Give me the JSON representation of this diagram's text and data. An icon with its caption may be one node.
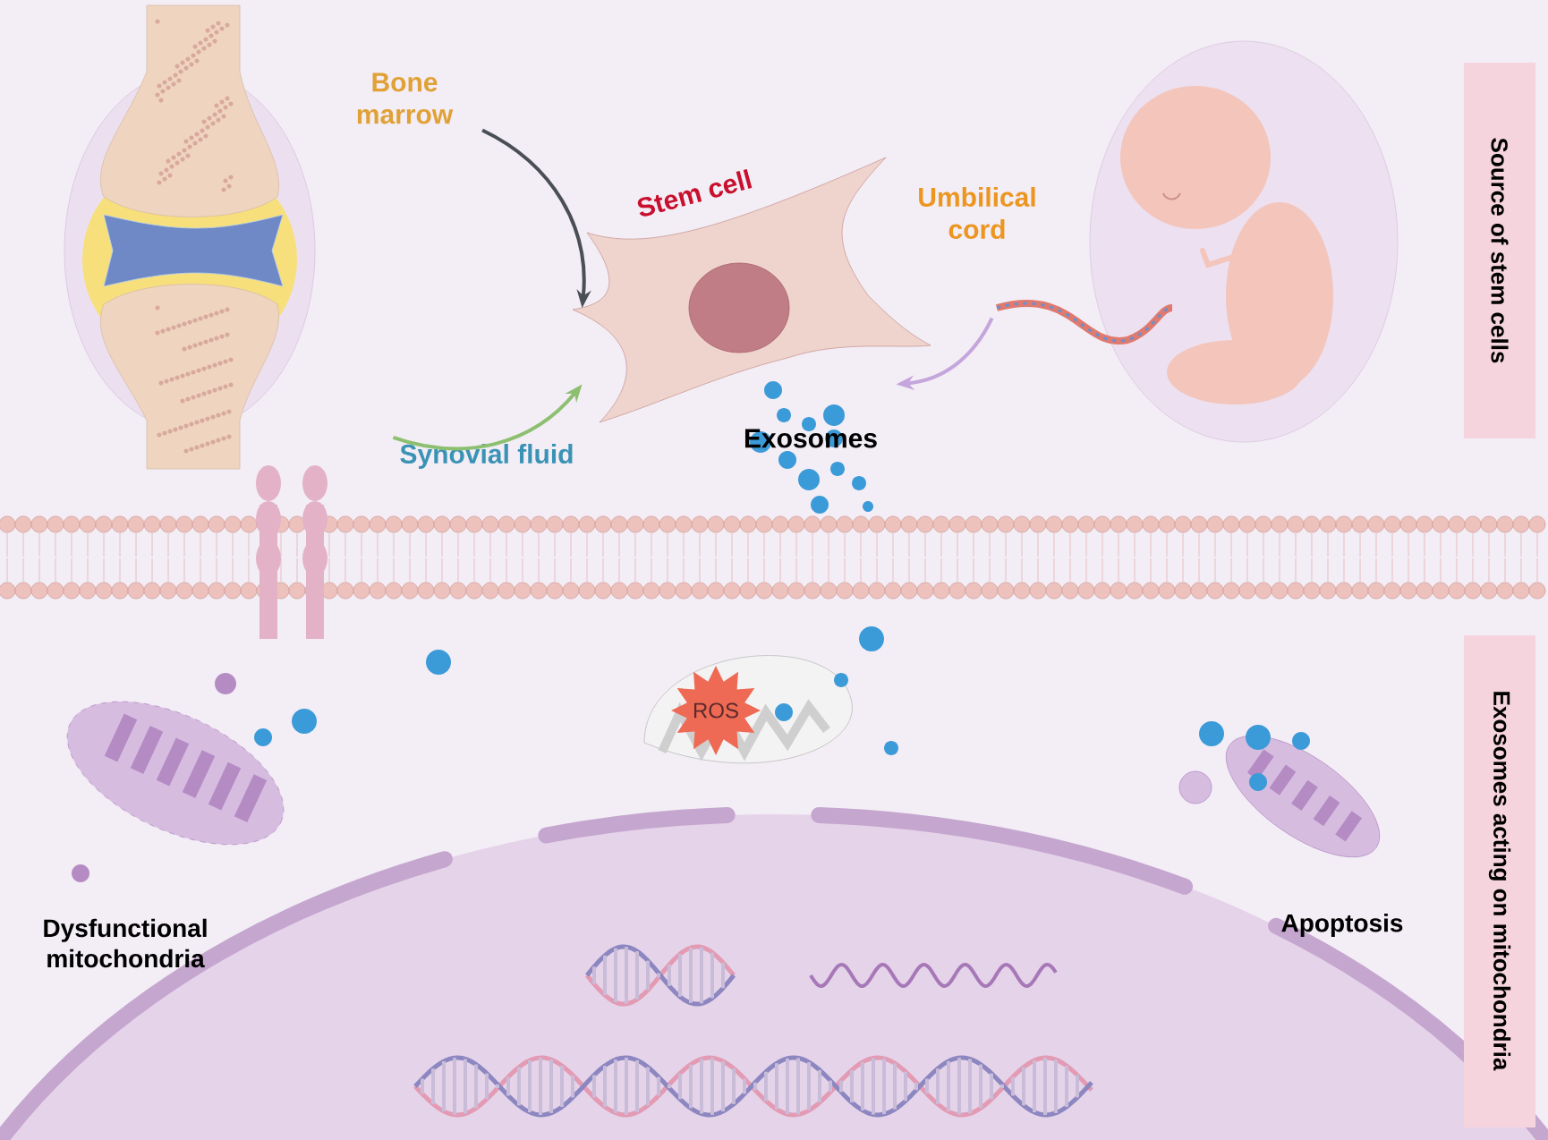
{
  "diagram": {
    "nodes": [
      {
        "text": [
          "Bone marrow"
        ]
      },
      {
        "text": [
          "Synovial fluid"
        ]
      },
      {
        "text": [],
        "shape": "picture",
        "beside": [
          "Stem cell"
        ]
      },
      {
        "text": [],
        "shape": "picture"
      }
    ],
    "edges": [
      {
        "from": 0,
        "to": 2,
        "arrow": "to",
        "color": "#4a4f55"
      },
      {
        "from": 1,
        "to": 2,
        "arrow": "to",
        "color": "#8cc070"
      },
      {
        "from": 3,
        "to": 2,
        "arrow": "to",
        "color": "#c4a6dc"
      }
    ],
    "labels": [
      "Exosomes",
      "Source of stem cells",
      "ROS",
      "Dysfunctional mitochondria",
      "Apoptosis",
      "Exosomes acting on mitochondria",
      "Umbilical cord"
    ]
  }
}
